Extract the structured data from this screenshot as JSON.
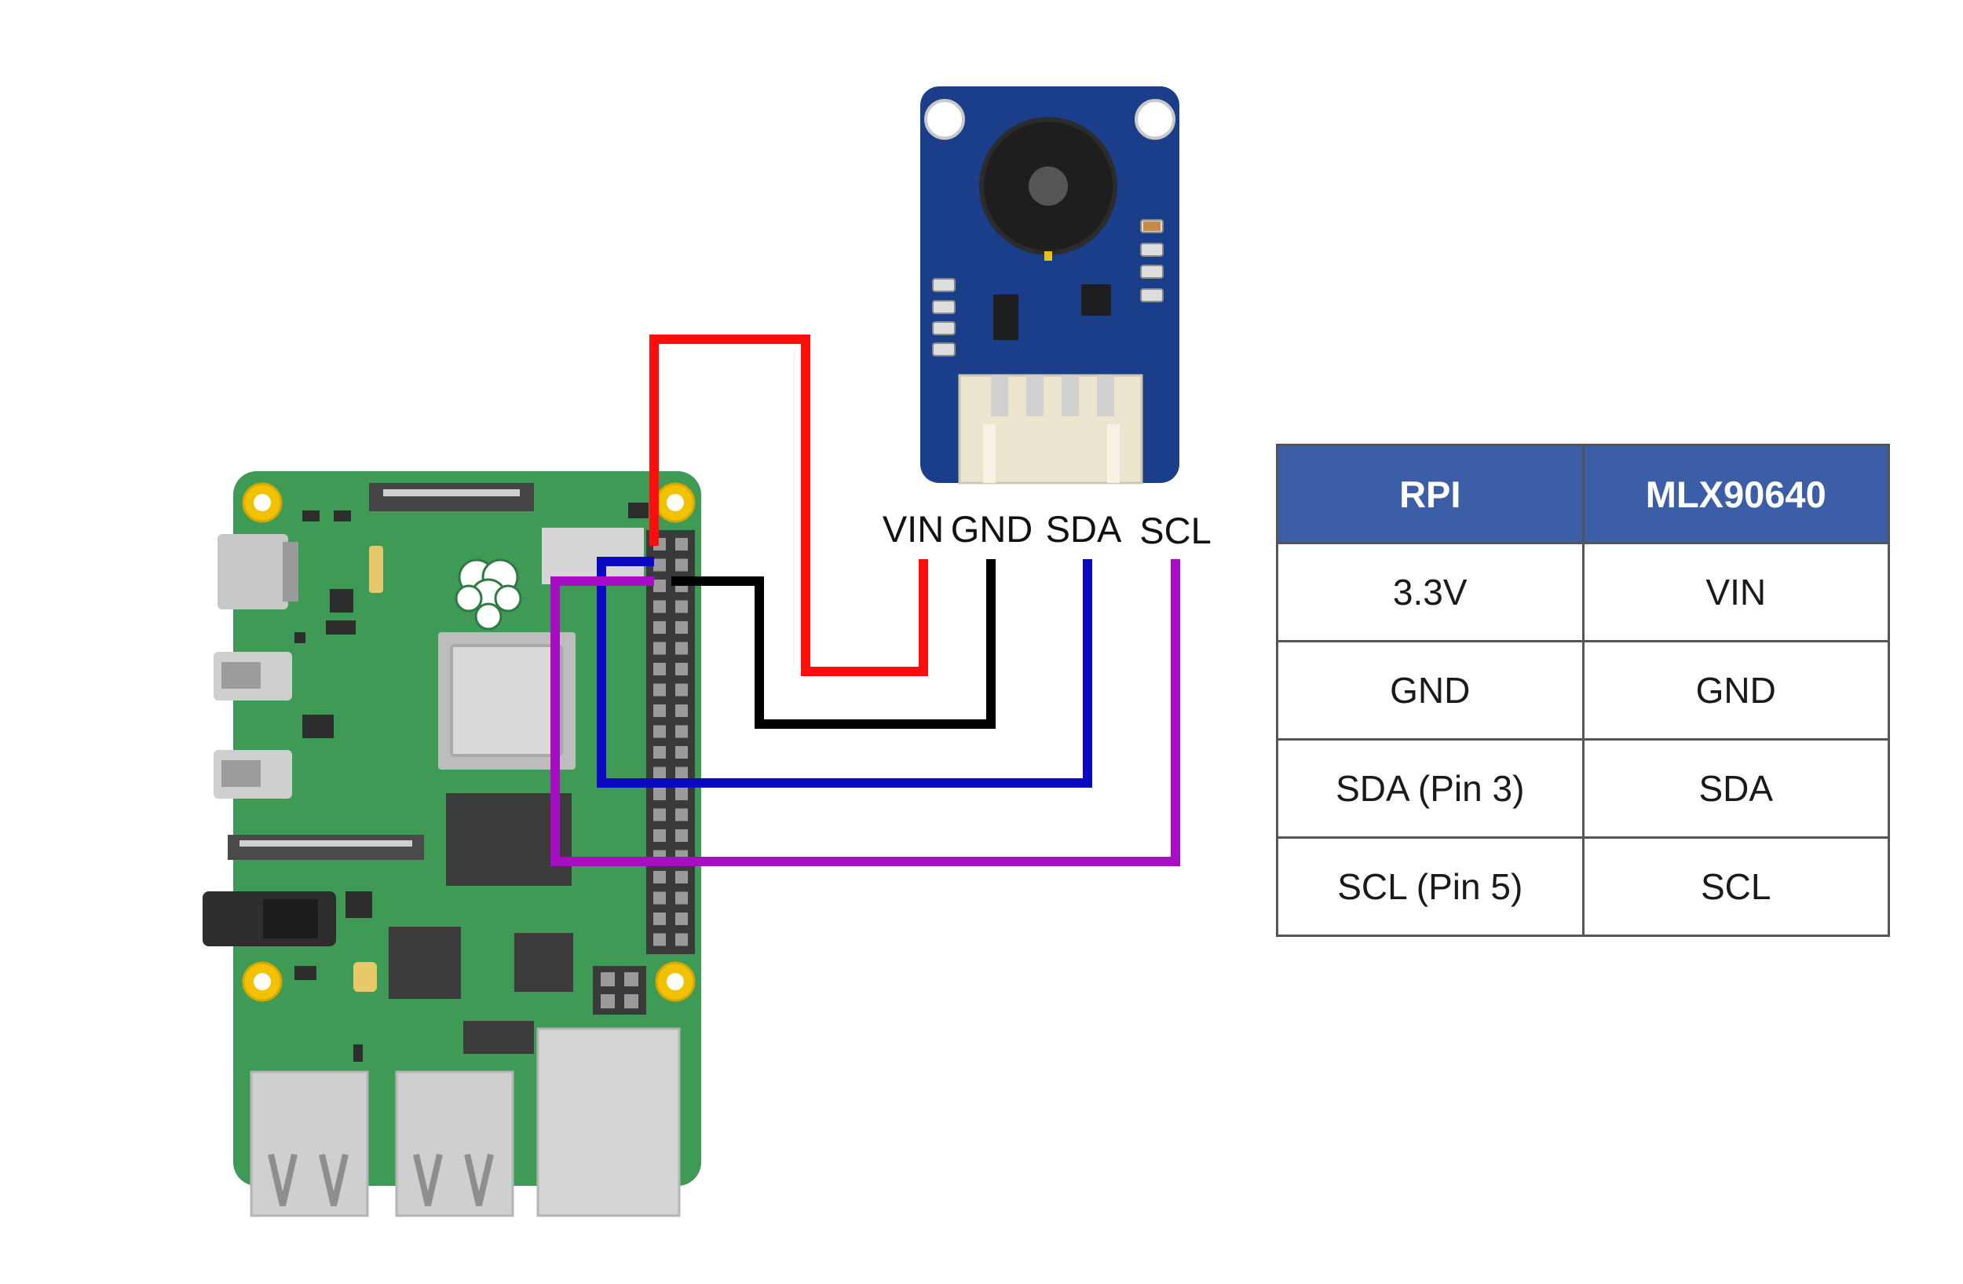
{
  "module_labels": {
    "vin": "VIN",
    "gnd": "GND",
    "sda": "SDA",
    "scl": "SCL"
  },
  "table": {
    "headers": [
      "RPI",
      "MLX90640"
    ],
    "rows": [
      [
        "3.3V",
        "VIN"
      ],
      [
        "GND",
        "GND"
      ],
      [
        "SDA (Pin 3)",
        "SDA"
      ],
      [
        "SCL (Pin 5)",
        "SCL"
      ]
    ]
  },
  "colors": {
    "vin_wire": "#ff0d0d",
    "gnd_wire": "#000000",
    "sda_wire": "#0a0ac2",
    "scl_wire": "#a80cc4",
    "rpi_board": "#3f9a56",
    "sensor_board": "#1b3e8a",
    "table_header": "#3c5ea6"
  }
}
